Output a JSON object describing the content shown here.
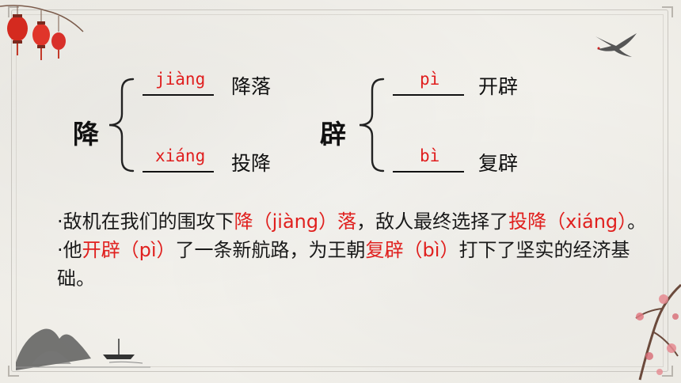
{
  "groups": [
    {
      "char": "降",
      "items": [
        {
          "pinyin": "jiàng",
          "word": "降落"
        },
        {
          "pinyin": "xiáng",
          "word": "投降"
        }
      ]
    },
    {
      "char": "辟",
      "items": [
        {
          "pinyin": "pì",
          "word": "开辟"
        },
        {
          "pinyin": "bì",
          "word": "复辟"
        }
      ]
    }
  ],
  "sentences": [
    {
      "bullet": "·",
      "parts": [
        {
          "text": "敌机在我们的围攻下",
          "hl": false
        },
        {
          "text": "降（jiàng）落",
          "hl": true
        },
        {
          "text": "，敌人最终选择了",
          "hl": false
        },
        {
          "text": "投降（xiáng）",
          "hl": true
        },
        {
          "text": "。",
          "hl": false
        }
      ]
    },
    {
      "bullet": "·",
      "parts": [
        {
          "text": "他",
          "hl": false
        },
        {
          "text": "开辟（pì）",
          "hl": true
        },
        {
          "text": "了一条新航路，为王朝",
          "hl": false
        },
        {
          "text": "复辟（bì）",
          "hl": true
        },
        {
          "text": "打下了坚实的经济基础。",
          "hl": false
        }
      ]
    }
  ],
  "colors": {
    "highlight": "#e0201e",
    "pinyin": "#e01e1e",
    "text": "#111111"
  },
  "decorations": [
    "red-lantern-icon",
    "flying-crane-icon",
    "plum-blossom-icon",
    "ink-landscape-icon"
  ]
}
